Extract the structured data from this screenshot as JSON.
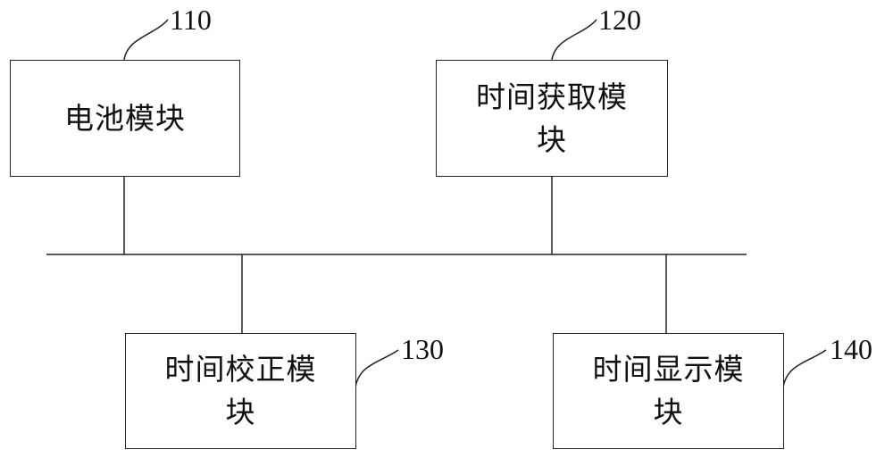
{
  "modules": [
    {
      "id": "battery",
      "ref": "110",
      "label": "电池模块"
    },
    {
      "id": "time-acquisition",
      "ref": "120",
      "label": "时间获取模\n块"
    },
    {
      "id": "time-correction",
      "ref": "130",
      "label": "时间校正模\n块"
    },
    {
      "id": "time-display",
      "ref": "140",
      "label": "时间显示模\n块"
    }
  ]
}
